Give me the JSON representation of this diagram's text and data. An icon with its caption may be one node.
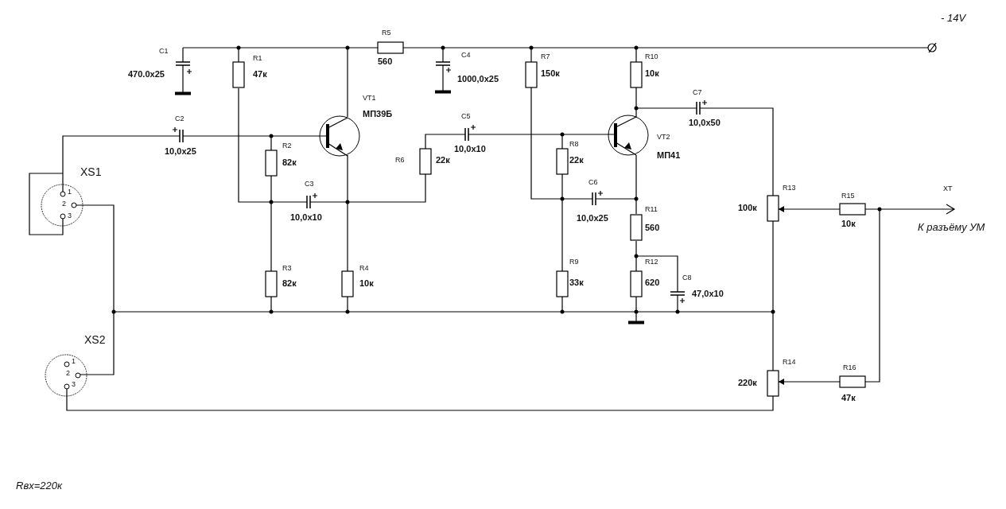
{
  "diagram": {
    "labels": [
      "- 14V",
      "C1",
      "470.0x25",
      "R1",
      "47к",
      "R5",
      "560",
      "C4",
      "1000,0x25",
      "R7",
      "150к",
      "R10",
      "10к",
      "VT1",
      "МП39Б",
      "C7",
      "10,0x50",
      "C2",
      "10,0x25",
      "C5",
      "10,0x10",
      "VT2",
      "МП41",
      "R2",
      "82к",
      "R6",
      "22к",
      "R8",
      "22к",
      "XS1",
      "1",
      "2",
      "3",
      "C3",
      "10,0x10",
      "C6",
      "10,0x25",
      "R13",
      "R15",
      "XT",
      "100к",
      "10к",
      "К разъёму УМ",
      "R11",
      "560",
      "R3",
      "82к",
      "R4",
      "10к",
      "R9",
      "33к",
      "R12",
      "620",
      "C8",
      "47,0x10",
      "XS2",
      "1",
      "2",
      "3",
      "R14",
      "R16",
      "220к",
      "47к",
      "Rвх=220к"
    ]
  }
}
